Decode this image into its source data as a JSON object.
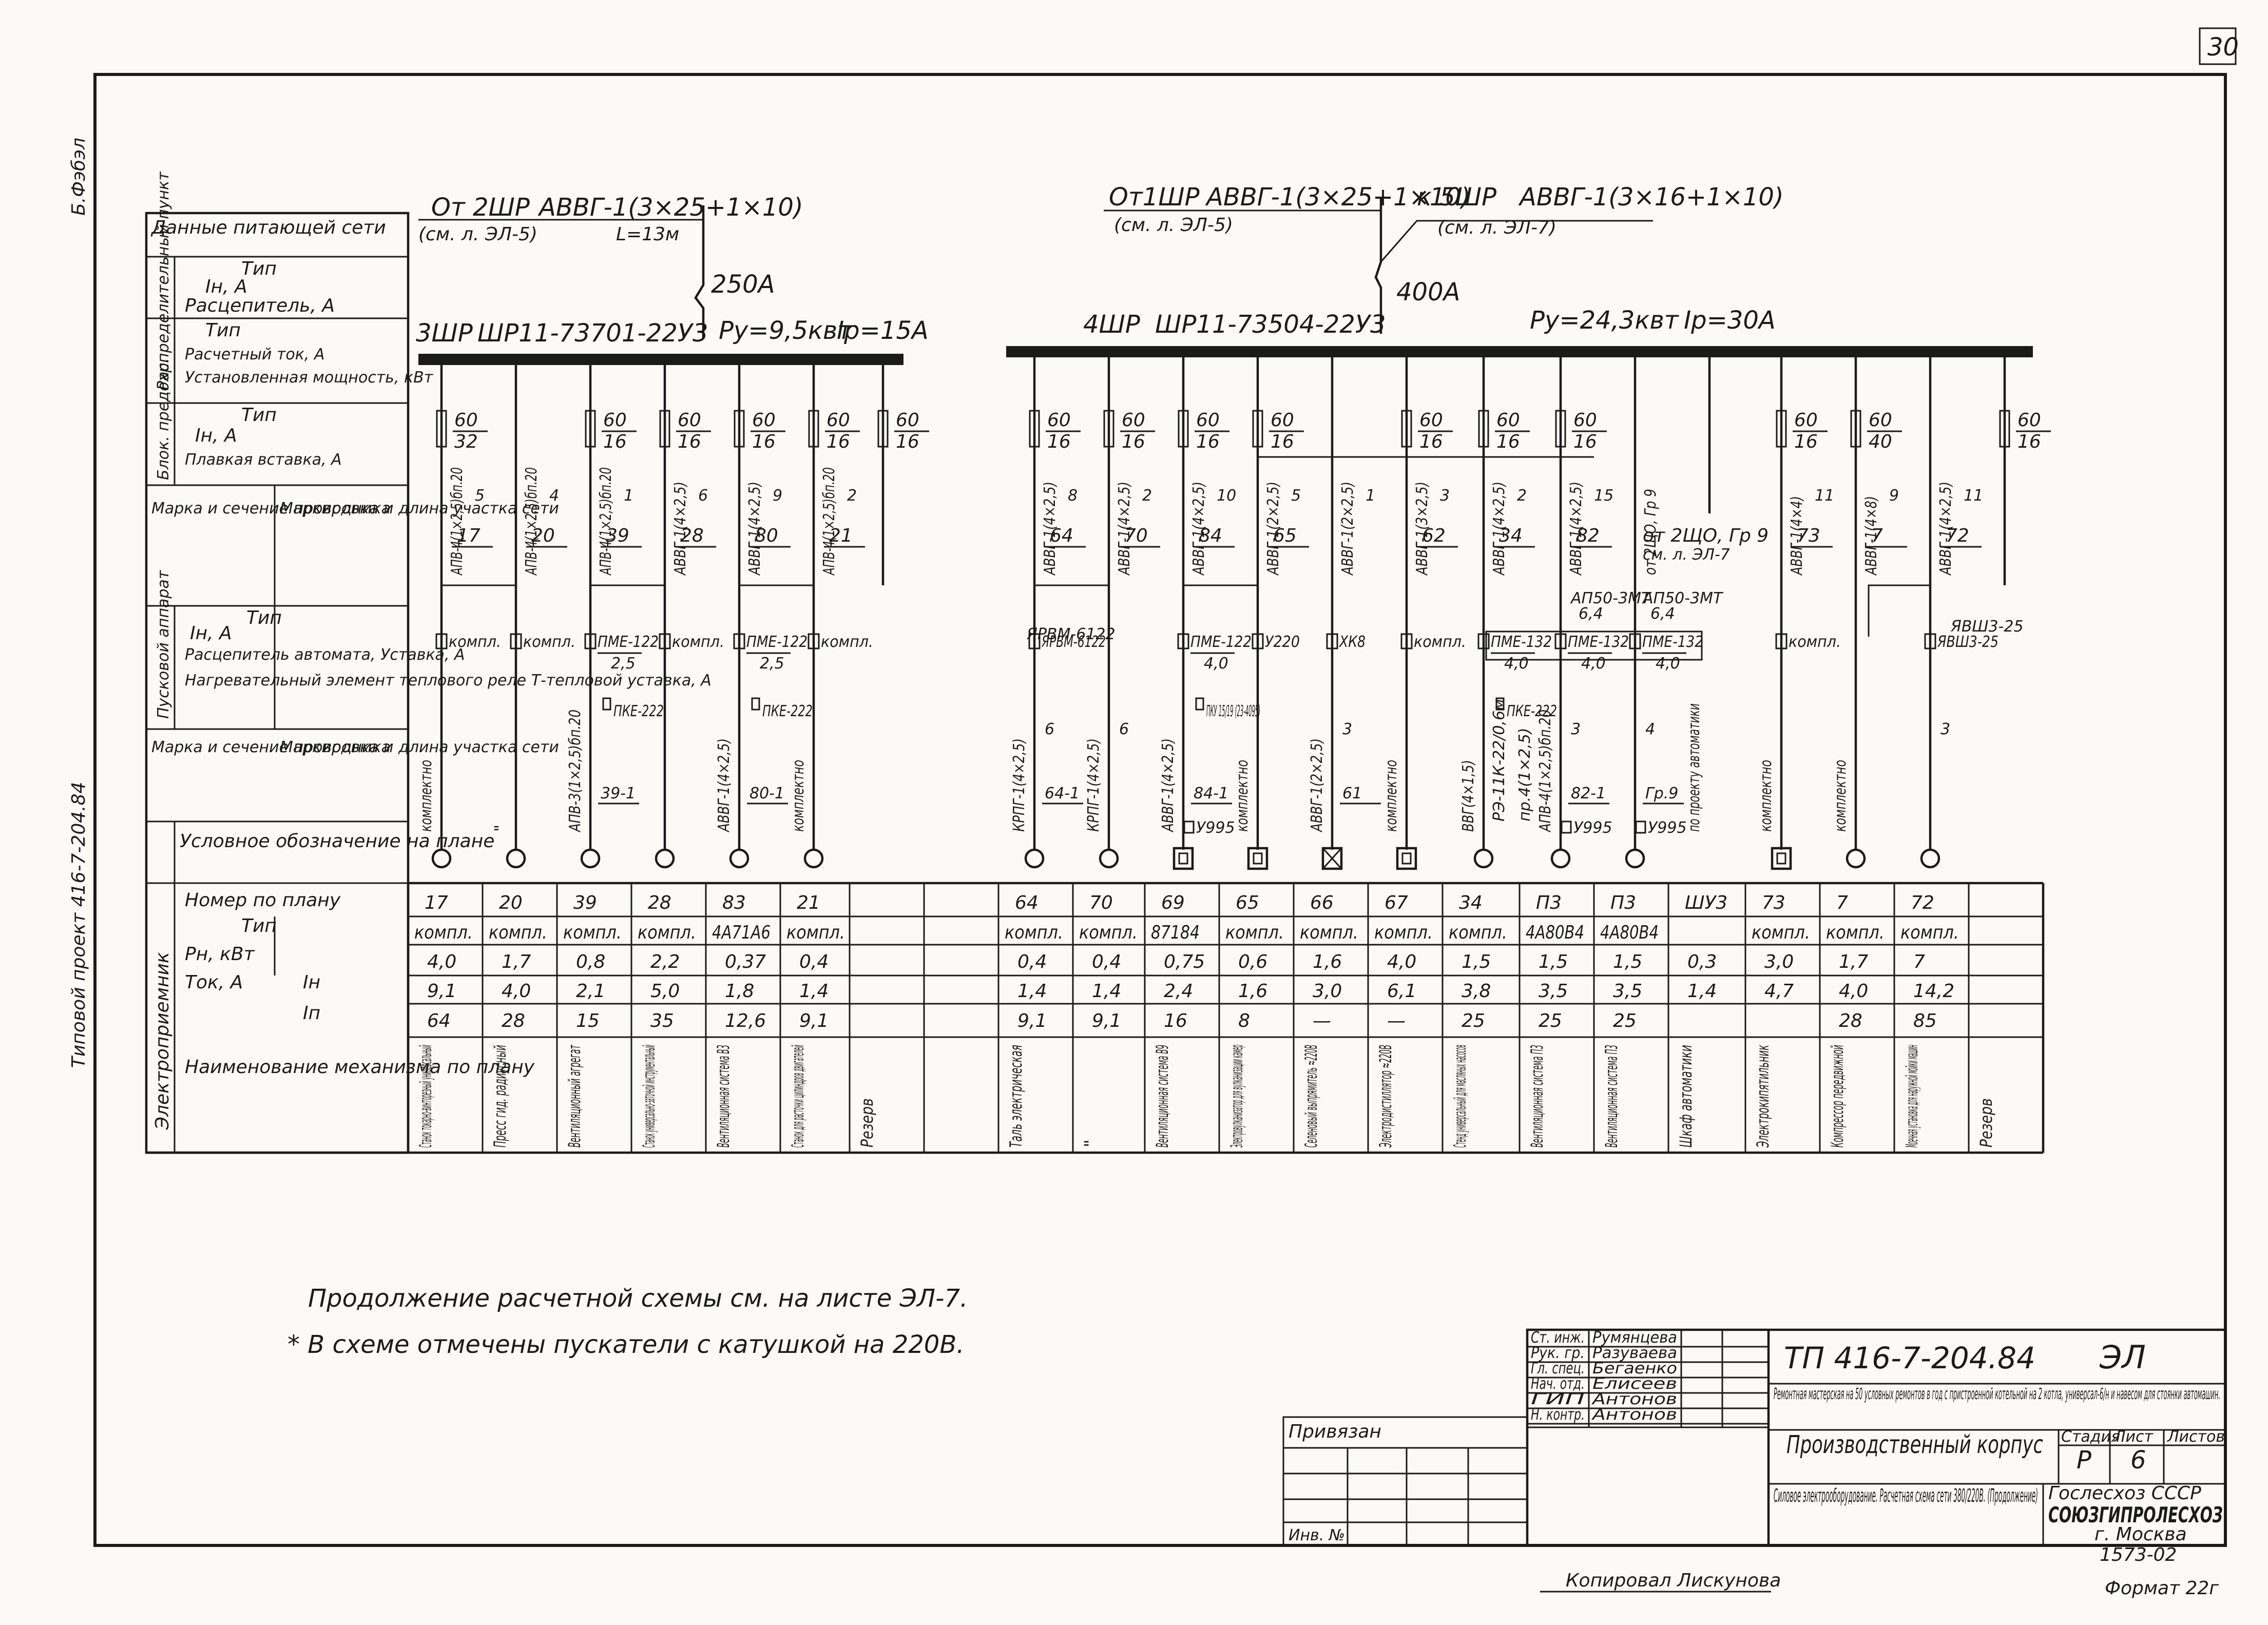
{
  "sheet": {
    "page_number": "30",
    "side_stamp_1": "Б.Фэбэл",
    "side_stamp_2": "Типовой проект 416-7-204.84"
  },
  "feeds": {
    "left_from": "От 2ШР",
    "left_cable": "АВВГ-1(3×25+1×10)",
    "left_ref": "(см. л. ЭЛ-5)",
    "left_length": "L=13м",
    "left_breaker": "250А",
    "center_from": "От1ШР",
    "center_cable": "АВВГ-1(3×25+1×10)",
    "center_ref": "(см. л. ЭЛ-5)",
    "center_breaker": "400А",
    "right_to": "к 5ШР",
    "right_cable": "АВВГ-1(3×16+1×10)",
    "right_ref": "(см. л. ЭЛ-7)"
  },
  "buses": {
    "bus1_name": "3ШР",
    "bus1_type": "ШР11-73701-22У3",
    "bus1_power": "Ру=9,5квт",
    "bus1_current": "Iр=15А",
    "bus2_name": "4ШР",
    "bus2_type": "ШР11-73504-22У3",
    "bus2_power": "Ру=24,3квт",
    "bus2_current": "Iр=30А"
  },
  "left_panel": {
    "supply_data": "Данные питающей сети",
    "dist_device": "Распределительный пункт",
    "type_1": "Тип",
    "in_a_1": "Iн, А",
    "release_a": "Расцепитель, А",
    "type_2": "Тип",
    "rated_current": "Расчетный ток, А",
    "installed_power": "Установленная мощность, кВт",
    "fuse_block": "Блок. предохр.",
    "type_3": "Тип",
    "in_a_3": "Iн, А",
    "fuse_insert": "Плавкая вставка, А",
    "marking_1": "Марка и сечение проводника",
    "marking_len_1": "Маркировка и длина участка сети",
    "starter_block": "Пусковой аппарат",
    "type_4": "Тип",
    "in_a_4": "Iн, А",
    "breaker_release": "Расцепитель автомата, Уставка, А",
    "thermal_relay": "Нагревательный элемент теплового реле Т-тепловой уставка, А",
    "marking_2": "Марка и сечение проводника",
    "marking_len_2": "Маркировка и длина участка сети",
    "plan_symbol": "Условное обозначение на плане",
    "receiver_block": "Электроприемник",
    "plan_number": "Номер по плану",
    "type_5": "Тип",
    "pn_kw": "Рн, кВт",
    "current_a": "Ток, А",
    "in_sym": "Iн",
    "ip_sym": "Iп",
    "mech_name": "Наименование механизма по плану"
  },
  "branches": [
    {
      "fuse": "60/32",
      "cable": "АПВ-4(1×2,5)бп.20",
      "len": "5",
      "mark": "17",
      "starter": "компл.",
      "cable2": "комплектно",
      "mark2": "",
      "sym": "circle"
    },
    {
      "fuse": "",
      "cable": "АПВ-4(1×2,5)бп.20",
      "len": "4",
      "mark": "20",
      "starter": "компл.",
      "cable2": "\"",
      "mark2": "",
      "sym": "circle"
    },
    {
      "fuse": "60/16",
      "cable": "АПВ-4(1×2,5)бп.20",
      "len": "1",
      "mark": "39",
      "starter": "ПМЕ-122",
      "setting": "2,5",
      "cable2": "АПВ-3(1×2,5)бп.20",
      "relay": "ПКЕ-222",
      "mark2": "39-1",
      "sym": "circle"
    },
    {
      "fuse": "60/16",
      "cable": "АВВГ-1(4×2,5)",
      "len": "6",
      "mark": "28",
      "starter": "компл.",
      "cable2": "",
      "mark2": "",
      "sym": "circle"
    },
    {
      "fuse": "60/16",
      "cable": "АВВГ-1(4×2,5)",
      "len": "9",
      "mark": "80",
      "starter": "ПМЕ-122",
      "setting": "2,5",
      "cable2": "АВВГ-1(4×2,5)",
      "relay": "ПКЕ-222",
      "mark2": "80-1",
      "sym": "circle"
    },
    {
      "fuse": "60/16",
      "cable": "АПВ-4(1×2,5)бп.20",
      "len": "2",
      "mark": "21",
      "starter": "компл.",
      "cable2": "комплектно",
      "mark2": "",
      "sym": "circle"
    },
    {
      "fuse": "60/16",
      "cable": "",
      "len": "",
      "mark": "",
      "starter": "",
      "cable2": "",
      "mark2": "",
      "sym": ""
    },
    {
      "fuse": "60/16",
      "cable": "АВВГ-1(4×2,5)",
      "len": "8",
      "mark": "64",
      "starter": "ЯРВМ-6122",
      "cable2": "КРПГ-1(4×2,5)",
      "len2": "6",
      "mark2": "64-1",
      "sym": "circle"
    },
    {
      "fuse": "60/16",
      "cable": "АВВГ-1(4×2,5)",
      "len": "2",
      "mark": "70",
      "starter": "",
      "cable2": "КРПГ-1(4×2,5)",
      "len2": "6",
      "mark2": "",
      "sym": "circle"
    },
    {
      "fuse": "60/16",
      "cable": "АВВГ-1(4×2,5)",
      "len": "10",
      "mark": "84",
      "starter": "ПМЕ-122",
      "setting": "4,0",
      "cable2": "АВВГ-1(4×2,5)",
      "relay": "ПКУ 15/19 (23-4095)",
      "mark2": "84-1",
      "sym": "box",
      "box_label": "У995"
    },
    {
      "fuse": "60/16",
      "cable": "АВВГ-1(2×2,5)",
      "len": "5",
      "mark": "65",
      "starter": "У220",
      "cable2": "комплектно",
      "mark2": "",
      "sym": "square"
    },
    {
      "fuse": "",
      "cable": "АВВГ-1(2×2,5)",
      "len": "1",
      "mark": "",
      "starter": "XК8",
      "cable2": "АВВГ-1(2×2,5)",
      "len2": "3",
      "mark2": "61",
      "sym": "square-x"
    },
    {
      "fuse": "60/16",
      "cable": "АВВГ-1(3×2,5)",
      "len": "3",
      "mark": "62",
      "starter": "компл.",
      "cable2": "комплектно",
      "mark2": "",
      "sym": "square"
    },
    {
      "fuse": "60/16",
      "cable": "АВВГ-1(4×2,5)",
      "len": "2",
      "mark": "34",
      "starter": "ПМЕ-132",
      "setting": "4,0",
      "cable2": "ВВГ(4×1,5)",
      "relay": "ПКЕ-222",
      "mark2": "",
      "sym": "circle"
    },
    {
      "fuse": "60/16",
      "cable": "АВВГ-1(4×2,5)",
      "len": "15",
      "mark": "82",
      "starter": "ПМЕ-132",
      "setting": "4,0",
      "cable2": "АПВ-4(1×2,5)бп.20",
      "len2": "3",
      "mark2": "82-1",
      "sym": "circle",
      "box_label": "У995"
    },
    {
      "fuse": "",
      "cable": "от 2ЩО, Гр 9",
      "len": "",
      "mark": "",
      "starter": "ПМЕ-132",
      "setting": "4,0",
      "cable2": "",
      "len2": "4",
      "mark2": "Гр.9",
      "sym": "circle",
      "box_label": "У995"
    },
    {
      "fuse": "",
      "cable": "",
      "len": "",
      "mark": "",
      "starter": "",
      "cable2": "по проекту автоматики",
      "mark2": "",
      "sym": ""
    },
    {
      "fuse": "60/16",
      "cable": "АВВГ-1(4×4)",
      "len": "11",
      "mark": "73",
      "starter": "компл.",
      "cable2": "комплектно",
      "mark2": "",
      "sym": "square"
    },
    {
      "fuse": "60/40",
      "cable": "АВВГ-1(4×8)",
      "len": "9",
      "mark": "7",
      "starter": "",
      "cable2": "комплектно",
      "mark2": "",
      "sym": "circle"
    },
    {
      "fuse": "",
      "cable": "АВВГ-1(4×2,5)",
      "len": "11",
      "mark": "72",
      "starter": "ЯВШ3-25",
      "cable2": "",
      "len2": "3",
      "mark2": "",
      "sym": "circle"
    },
    {
      "fuse": "60/16",
      "cable": "",
      "len": "",
      "mark": "",
      "starter": "",
      "cable2": "",
      "mark2": "",
      "sym": ""
    }
  ],
  "annotations": {
    "ref_line_1": "от 2ЩО, Гр 9",
    "ref_line_2": "см. л. ЭЛ-7",
    "apl_1": "АП50-3МТ",
    "apl_1_val": "6,4",
    "apl_2": "АП50-3МТ",
    "apl_2_val": "6,4",
    "apl_3": "ЯРВМ-6122",
    "apl_4": "ЯВШ3-25",
    "brk_1": "РЭ-11К-22/0,6м",
    "brk_2": "пр.4(1×2,5)"
  },
  "table_cols": [
    {
      "num": "17",
      "type": "компл.",
      "pn": "4,0",
      "in": "9,1",
      "ip": "64",
      "name": "Станок токарно-винторезный универсальный"
    },
    {
      "num": "20",
      "type": "компл.",
      "pn": "1,7",
      "in": "4,0",
      "ip": "28",
      "name": "Пресс гид. радиусный"
    },
    {
      "num": "39",
      "type": "компл.",
      "pn": "0,8",
      "in": "2,1",
      "ip": "15",
      "name": "Вентиляционный агрегат"
    },
    {
      "num": "28",
      "type": "компл.",
      "pn": "2,2",
      "in": "5,0",
      "ip": "35",
      "name": "Станок универсально-заточной инструментальный"
    },
    {
      "num": "83",
      "type": "4А71А6",
      "pn": "0,37",
      "in": "1,8",
      "ip": "12,6",
      "name": "Вентиляционная система В3"
    },
    {
      "num": "21",
      "type": "компл.",
      "pn": "0,4",
      "in": "1,4",
      "ip": "9,1",
      "name": "Станок для расточки цилиндров двигателей"
    },
    {
      "num": "",
      "type": "",
      "pn": "",
      "in": "",
      "ip": "",
      "name": "Резерв"
    },
    {
      "num": "",
      "type": "",
      "pn": "",
      "in": "",
      "ip": "",
      "name": ""
    },
    {
      "num": "64",
      "type": "компл.",
      "pn": "0,4",
      "in": "1,4",
      "ip": "9,1",
      "name": "Таль электрическая"
    },
    {
      "num": "70",
      "type": "компл.",
      "pn": "0,4",
      "in": "1,4",
      "ip": "9,1",
      "name": "\""
    },
    {
      "num": "69",
      "type": "87184",
      "pn": "0,75",
      "in": "2,4",
      "ip": "16",
      "name": "Вентиляционная система В9"
    },
    {
      "num": "65",
      "type": "компл.",
      "pn": "0,6",
      "in": "1,6",
      "ip": "8",
      "name": "Электровулканизатор для вулканизации камер"
    },
    {
      "num": "66",
      "type": "компл.",
      "pn": "1,6",
      "in": "3,0",
      "ip": "—",
      "name": "Селеновый выпрямитель ≈220В"
    },
    {
      "num": "67",
      "type": "компл.",
      "pn": "4,0",
      "in": "6,1",
      "ip": "—",
      "name": "Электродистиллятор ≈220В"
    },
    {
      "num": "34",
      "type": "компл.",
      "pn": "1,5",
      "in": "3,8",
      "ip": "25",
      "name": "Стенд универсальный для масляных насосов"
    },
    {
      "num": "П3",
      "type": "4А80В4",
      "pn": "1,5",
      "in": "3,5",
      "ip": "25",
      "name": "Вентиляционная система П3"
    },
    {
      "num": "П3",
      "type": "4А80В4",
      "pn": "1,5",
      "in": "3,5",
      "ip": "25",
      "name": "Вентиляционная система П3"
    },
    {
      "num": "ШУ3",
      "type": "",
      "pn": "0,3",
      "in": "1,4",
      "ip": "",
      "name": "Шкаф автоматики"
    },
    {
      "num": "73",
      "type": "компл.",
      "pn": "3,0",
      "in": "4,7",
      "ip": "",
      "name": "Электрокипятильник"
    },
    {
      "num": "7",
      "type": "компл.",
      "pn": "1,7",
      "in": "4,0",
      "ip": "28",
      "name": "Компрессор передвижной"
    },
    {
      "num": "72",
      "type": "компл.",
      "pn": "7",
      "in": "14,2",
      "ip": "85",
      "name": "Моечная установка для наружной мойки машин"
    },
    {
      "num": "",
      "type": "",
      "pn": "",
      "in": "",
      "ip": "",
      "name": "Резерв"
    }
  ],
  "notes": {
    "note_1": "Продолжение расчетной схемы см. на листе ЭЛ-7.",
    "note_2": "* В схеме отмечены пускатели с катушкой на 220В."
  },
  "titleblock": {
    "roles": [
      "Ст. инж.",
      "Рук. гр.",
      "Гл. спец.",
      "Нач. отд.",
      "ГИП",
      "Н. контр."
    ],
    "names": [
      "Румянцева",
      "Разуваева",
      "Бегаенко",
      "Елисеев",
      "Антонов",
      "Антонов"
    ],
    "privyazan": "Привязан",
    "inv": "Инв. №",
    "project_code": "ТП 416-7-204.84",
    "mark": "ЭЛ",
    "project_desc": "Ремонтная мастерская на 50 условных ремонтов в год с пристроенной котельной на 2 котла, универсал-6/н и навесом для стоянки автомашин.",
    "object_name": "Производственный корпус",
    "sheet_title": "Силовое электрооборудование. Расчетная схема сети 380/220В. (Продолжение)",
    "stage_label": "Стадия",
    "sheet_label": "Лист",
    "sheets_label": "Листов",
    "stage": "Р",
    "sheet": "6",
    "sheets": "",
    "org_1": "Гослесхоз СССР",
    "org_2": "СОЮЗГИПРОЛЕСХОЗ",
    "org_3": "г. Москва",
    "doc_number": "1573-02",
    "copied": "Копировал Лискунова",
    "format": "Формат 22г"
  }
}
